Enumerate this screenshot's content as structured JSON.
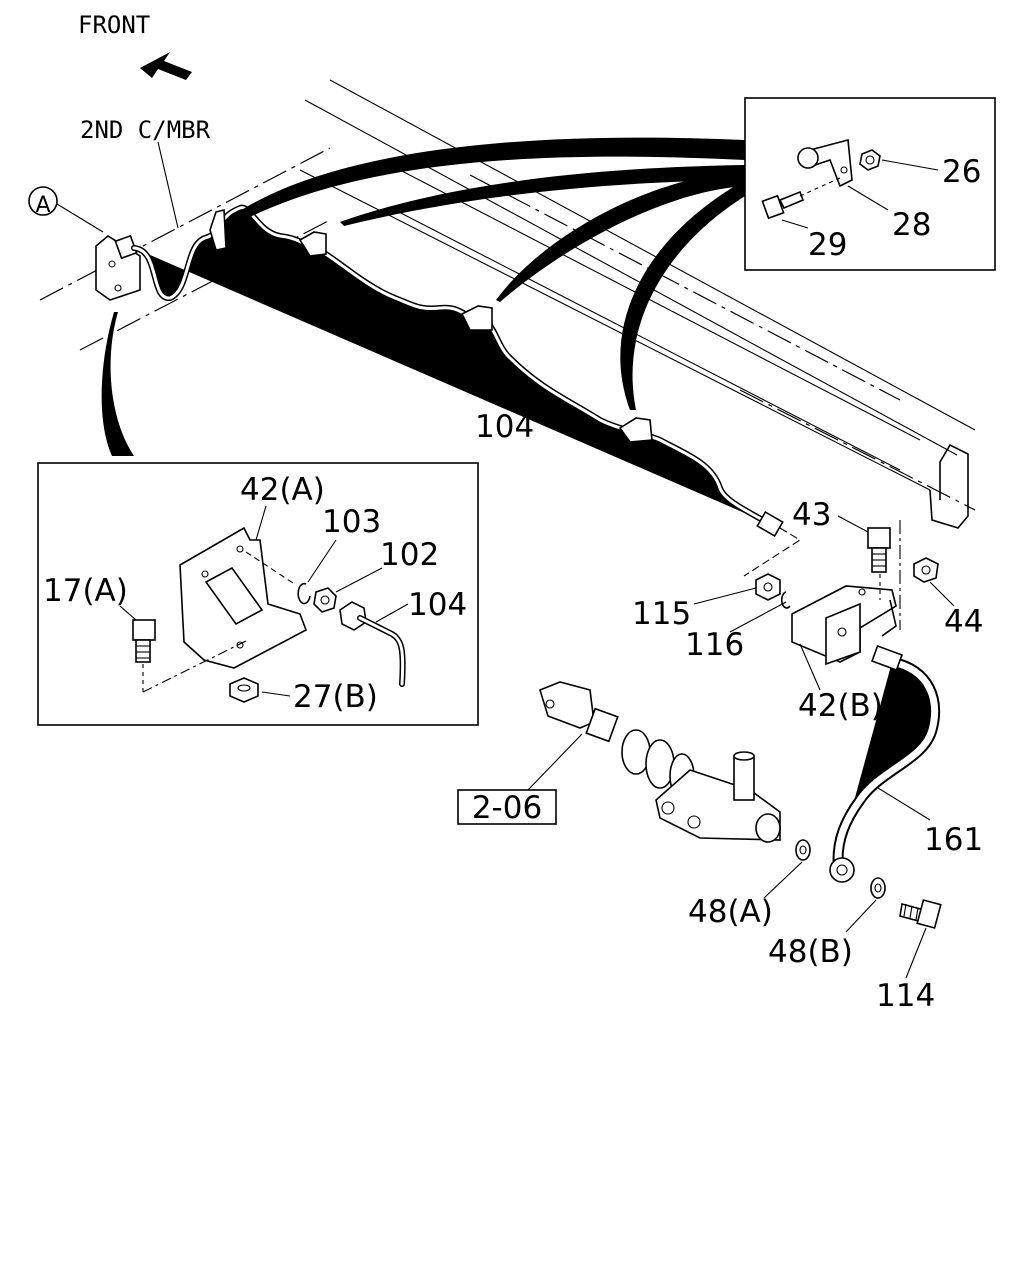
{
  "direction_label": "FRONT",
  "member_label": "2ND C/MBR",
  "view_marker": "A",
  "ref_box": "2-06",
  "callouts": {
    "p26": "26",
    "p28": "28",
    "p29": "29",
    "p104_main": "104",
    "p42a": "42(A)",
    "p103": "103",
    "p102": "102",
    "p104_detail": "104",
    "p17a": "17(A)",
    "p27b": "27(B)",
    "p43": "43",
    "p44": "44",
    "p115": "115",
    "p116": "116",
    "p42b": "42(B)",
    "p161": "161",
    "p48a": "48(A)",
    "p48b": "48(B)",
    "p114": "114"
  }
}
